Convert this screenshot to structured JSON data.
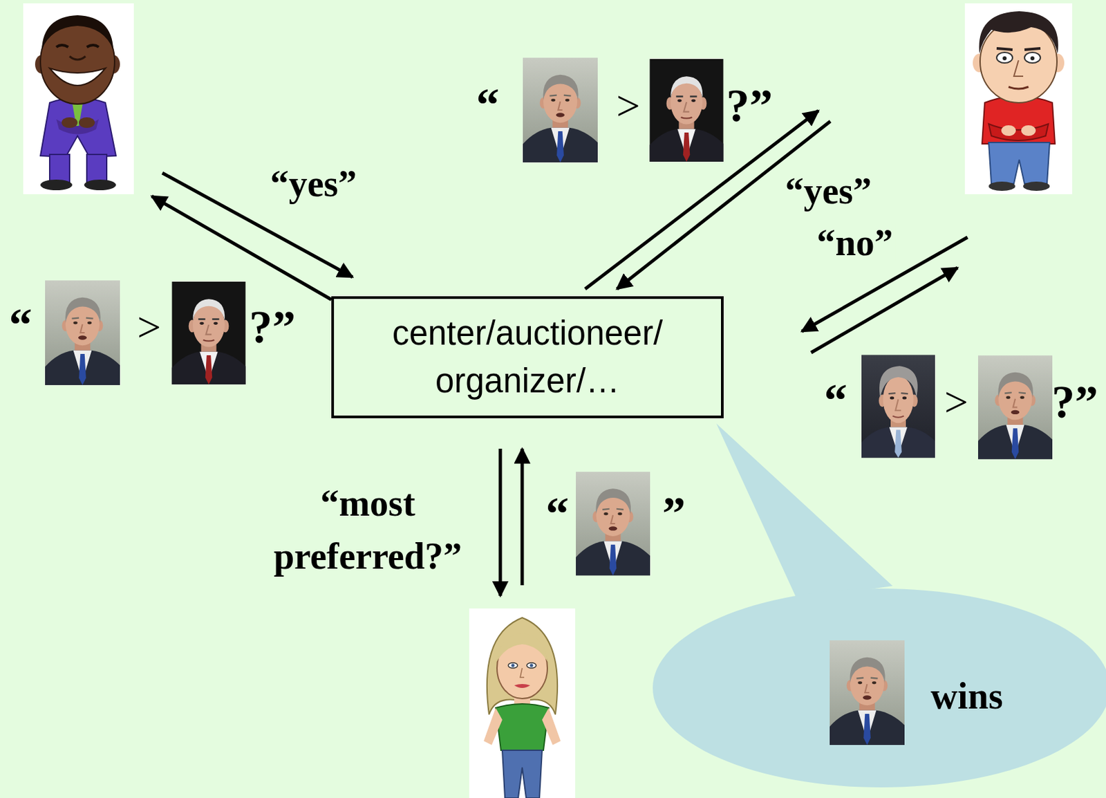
{
  "diagram": {
    "nodes": [
      {
        "text": [
          "center/auctioneer/ organizer/…"
        ]
      }
    ],
    "labels": [
      "“",
      ">",
      "?”",
      "“yes”",
      "“yes”",
      "“no”",
      "“",
      ">",
      "?”",
      "“",
      ">",
      "?”",
      "“most preferred?”",
      "“",
      "”",
      "wins"
    ]
  }
}
